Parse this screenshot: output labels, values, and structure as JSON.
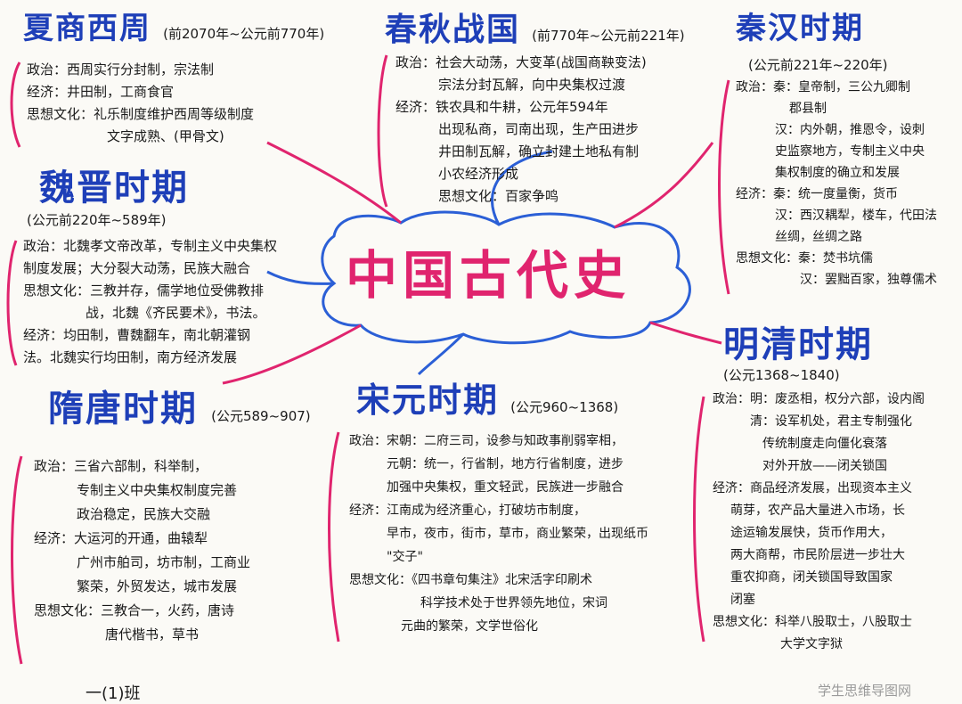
{
  "center_title": "中国古代史",
  "xia_shang_zhou": {
    "title": "夏商西周",
    "dates": "(前2070年~公元前770年)",
    "lines": [
      "政治：西周实行分封制，宗法制",
      "经济：井田制，工商食官",
      "思想文化：礼乐制度维护西周等级制度",
      "文字成熟、(甲骨文)"
    ]
  },
  "chunqiu_zhanguo": {
    "title": "春秋战国",
    "dates": "(前770年~公元前221年)",
    "lines": [
      "政治：社会大动荡，大变革(战国商鞅变法)",
      "宗法分封瓦解，向中央集权过渡",
      "经济：铁农具和牛耕，公元年594年",
      "出现私商，司南出现，生产田进步",
      "井田制瓦解，确立封建土地私有制",
      "小农经济形成",
      "思想文化：百家争鸣"
    ]
  },
  "qin_han": {
    "title": "秦汉时期",
    "dates": "(公元前221年~220年)",
    "lines": [
      "政治：秦：皇帝制，三公九卿制",
      "郡县制",
      "汉：内外朝，推恩令，设刺",
      "史监察地方，专制主义中央",
      "集权制度的确立和发展",
      "经济：秦：统一度量衡，货币",
      "汉：西汉耦犁，楼车，代田法",
      "丝绸，丝绸之路",
      "思想文化：秦：焚书坑儒",
      "汉：罢黜百家，独尊儒术"
    ]
  },
  "wei_jin": {
    "title": "魏晋时期",
    "dates": "(公元前220年~589年)",
    "lines": [
      "政治：北魏孝文帝改革，专制主义中央集权",
      "制度发展；大分裂大动荡，民族大融合",
      "思想文化：三教并存，儒学地位受佛教排",
      "战，北魏《齐民要术》，书法。",
      "经济：均田制，曹魏翻车，南北朝灌钢",
      "法。北魏实行均田制，南方经济发展"
    ]
  },
  "sui_tang": {
    "title": "隋唐时期",
    "dates": "(公元589~907)",
    "lines": [
      "政治：三省六部制，科举制，",
      "专制主义中央集权制度完善",
      "政治稳定，民族大交融",
      "经济：大运河的开通，曲辕犁",
      "广州市舶司，坊市制，工商业",
      "繁荣，外贸发达，城市发展",
      "思想文化：三教合一，火药，唐诗",
      "唐代楷书，草书"
    ]
  },
  "song_yuan": {
    "title": "宋元时期",
    "dates": "(公元960~1368)",
    "lines": [
      "政治：宋朝：二府三司，设参与知政事削弱宰相，",
      "元朝：统一，行省制，地方行省制度，进步",
      "加强中央集权，重文轻武，民族进一步融合",
      "经济：江南成为经济重心，打破坊市制度，",
      "早市，夜市，街市，草市，商业繁荣，出现纸币",
      "\"交子\"",
      "思想文化：《四书章句集注》北宋活字印刷术",
      "科学技术处于世界领先地位，宋词",
      "元曲的繁荣，文学世俗化"
    ]
  },
  "ming_qing": {
    "title": "明清时期",
    "dates": "(公元1368~1840)",
    "lines": [
      "政治：明：废丞相，权分六部，设内阁",
      "清：设军机处，君主专制强化",
      "传统制度走向僵化衰落",
      "对外开放——闭关锁国",
      "经济：商品经济发展，出现资本主义",
      "萌芽，农产品大量进入市场，长",
      "途运输发展快，货币作用大，",
      "两大商帮，市民阶层进一步壮大",
      "重农抑商，闭关锁国导致国家",
      "闭塞",
      "思想文化：科举八股取士，八股取士",
      "大学文字狱"
    ]
  },
  "footer_left": "一(1)班",
  "watermark": "学生思维导图网",
  "colors": {
    "title_blue": "#1e3fb8",
    "accent_pink": "#e0246e",
    "branch_blue": "#2b5fd6",
    "branch_pink": "#e0246e"
  }
}
